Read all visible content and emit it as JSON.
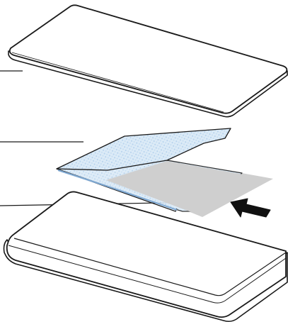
{
  "diagram": {
    "components": [
      {
        "id": "top-plate",
        "description_name": "top-plate"
      },
      {
        "id": "folded-sheet",
        "description_name": "folded-sheet"
      },
      {
        "id": "insert-sheet",
        "description_name": "insert-sheet"
      },
      {
        "id": "base-tray",
        "description_name": "base-tray"
      }
    ],
    "leader_lines": 3,
    "arrow": {
      "direction": "left"
    },
    "colors": {
      "outline": "#1a1a1a",
      "plate_fill": "#ffffff",
      "sheet_fill": "#dcebf7",
      "sheet_pattern": "#b8d4ee",
      "insert_fill": "#cfcfcf",
      "arrow_fill": "#111111",
      "leader": "#1a1a1a"
    }
  }
}
